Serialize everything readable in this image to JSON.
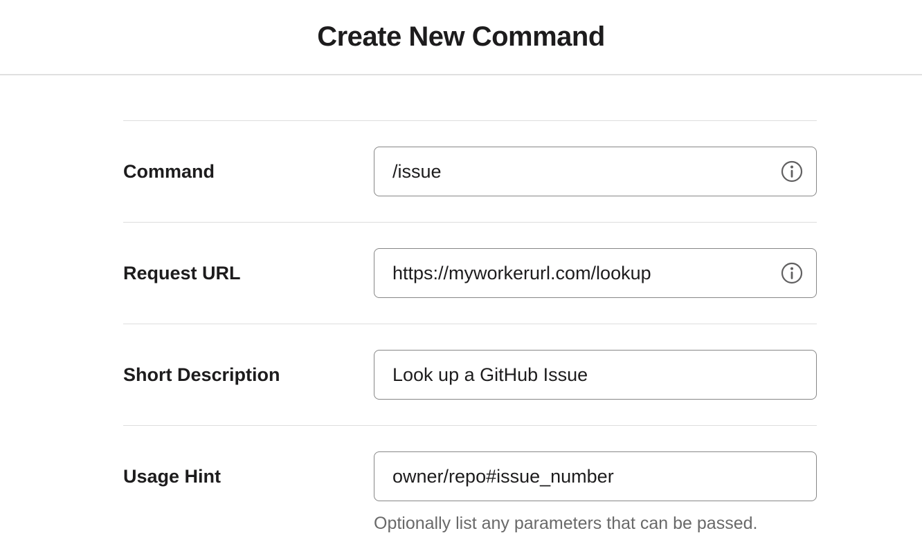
{
  "header": {
    "title": "Create New Command"
  },
  "form": {
    "fields": [
      {
        "label": "Command",
        "value": "/issue",
        "has_info": true
      },
      {
        "label": "Request URL",
        "value": "https://myworkerurl.com/lookup",
        "has_info": true
      },
      {
        "label": "Short Description",
        "value": "Look up a GitHub Issue",
        "has_info": false
      },
      {
        "label": "Usage Hint",
        "value": "owner/repo#issue_number",
        "has_info": false,
        "hint": "Optionally list any parameters that can be passed."
      }
    ]
  },
  "icons": {
    "info": "info-icon"
  },
  "colors": {
    "divider": "#dddddd",
    "header_border": "#e0e0e0",
    "label_text": "#1d1c1d",
    "input_border": "#868686",
    "hint_text": "#696969"
  }
}
